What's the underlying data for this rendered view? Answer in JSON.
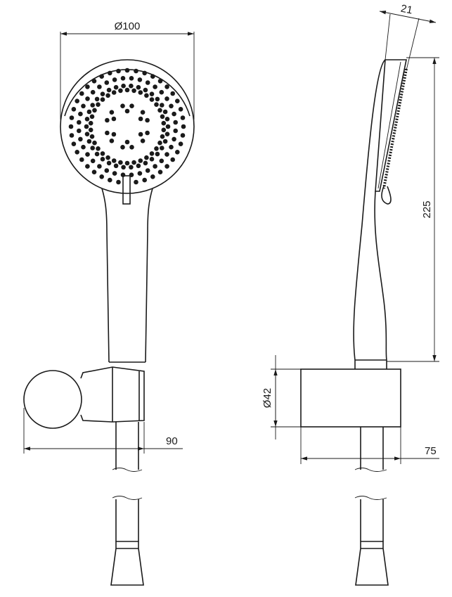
{
  "dimensions": {
    "head_diameter": "Ø100",
    "holder_projection": "90",
    "head_thickness": "21",
    "head_height": "225",
    "holder_diameter": "Ø42",
    "holder_depth": "75"
  },
  "colors": {
    "line": "#1a1a1a",
    "background": "#ffffff"
  }
}
